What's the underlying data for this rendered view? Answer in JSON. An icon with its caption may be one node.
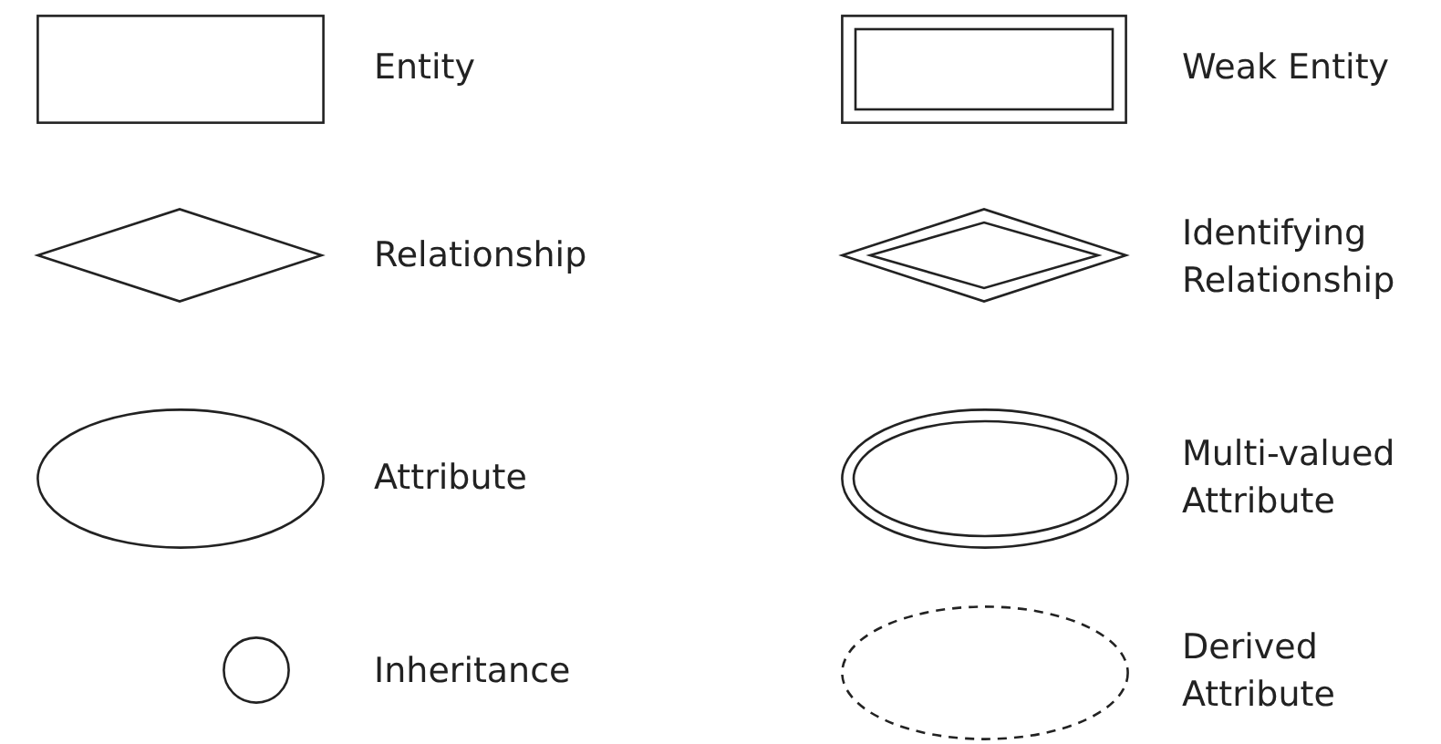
{
  "diagram": {
    "nodes": [
      {
        "text": [],
        "shape": "box",
        "beside": [
          "Entity"
        ]
      },
      {
        "text": [],
        "shape": "box",
        "beside": [
          "Weak Entity"
        ]
      },
      {
        "text": [],
        "shape": "diamond",
        "beside": [
          "Relationship"
        ]
      },
      {
        "text": [],
        "shape": "diamond",
        "beside": [
          "Identifying Relationship"
        ]
      },
      {
        "text": [],
        "shape": "ellipse",
        "beside": [
          "Attribute"
        ]
      },
      {
        "text": [],
        "shape": "ellipse",
        "beside": [
          "Multi-valued Attribute"
        ]
      },
      {
        "text": [],
        "shape": "circle",
        "beside": [
          "Inheritance"
        ]
      },
      {
        "text": [],
        "shape": "ellipse",
        "beside": [
          "Derived Attribute"
        ]
      }
    ]
  }
}
